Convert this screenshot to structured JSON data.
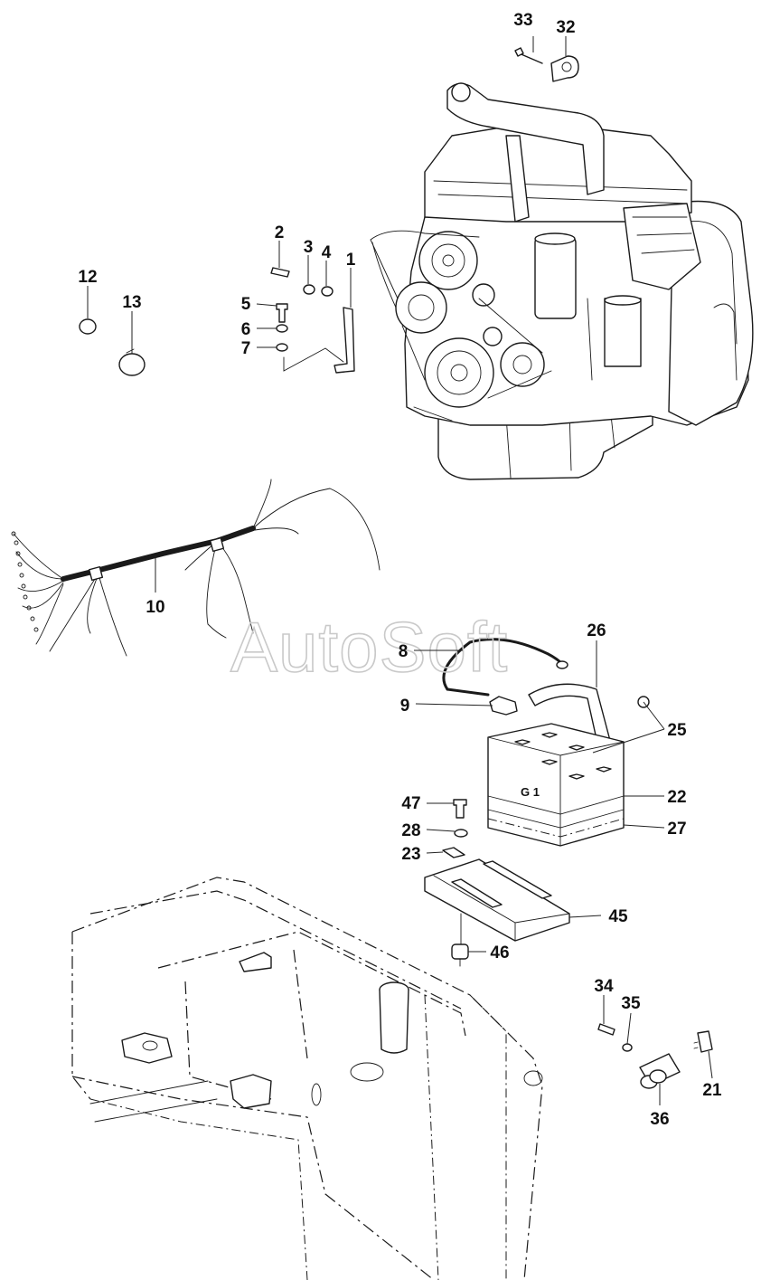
{
  "watermark": "AutoSoft",
  "battery_label": "G 1",
  "callouts": [
    {
      "id": "c1",
      "label": "1"
    },
    {
      "id": "c2",
      "label": "2"
    },
    {
      "id": "c3",
      "label": "3"
    },
    {
      "id": "c4",
      "label": "4"
    },
    {
      "id": "c5",
      "label": "5"
    },
    {
      "id": "c6",
      "label": "6"
    },
    {
      "id": "c7",
      "label": "7"
    },
    {
      "id": "c8",
      "label": "8"
    },
    {
      "id": "c9",
      "label": "9"
    },
    {
      "id": "c10",
      "label": "10"
    },
    {
      "id": "c12",
      "label": "12"
    },
    {
      "id": "c13",
      "label": "13"
    },
    {
      "id": "c21",
      "label": "21"
    },
    {
      "id": "c22",
      "label": "22"
    },
    {
      "id": "c23",
      "label": "23"
    },
    {
      "id": "c25",
      "label": "25"
    },
    {
      "id": "c26",
      "label": "26"
    },
    {
      "id": "c27",
      "label": "27"
    },
    {
      "id": "c28",
      "label": "28"
    },
    {
      "id": "c32",
      "label": "32"
    },
    {
      "id": "c33",
      "label": "33"
    },
    {
      "id": "c34",
      "label": "34"
    },
    {
      "id": "c35",
      "label": "35"
    },
    {
      "id": "c36",
      "label": "36"
    },
    {
      "id": "c45",
      "label": "45"
    },
    {
      "id": "c46",
      "label": "46"
    },
    {
      "id": "c47",
      "label": "47"
    }
  ]
}
